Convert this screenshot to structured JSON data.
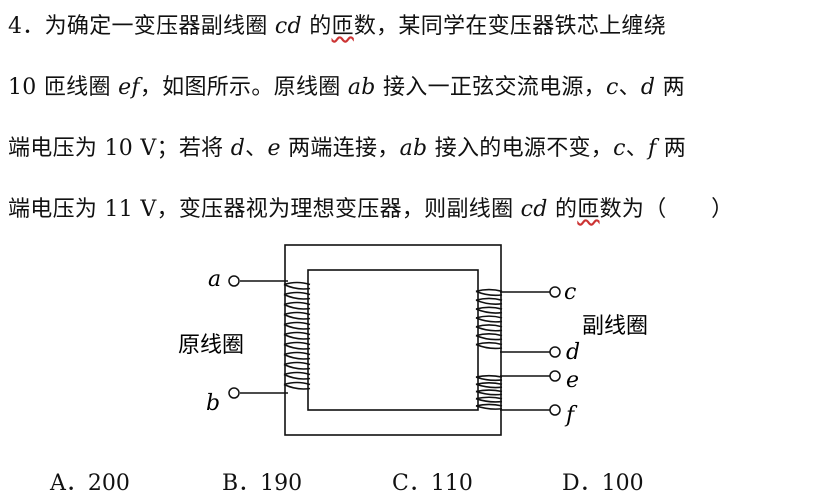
{
  "question": {
    "line1": {
      "a": "4．为确定一变压器副线圈 ",
      "var1": "cd",
      "b": " 的",
      "w1": "匝",
      "c": "数，某同学在变压器铁芯上缠绕"
    },
    "line2": {
      "a": "10 匝线圈 ",
      "var1": "ef",
      "b": "，如图所示。原线圈 ",
      "var2": "ab",
      "c": " 接入一正弦交流电源，",
      "var3": "c",
      "d": "、",
      "var4": "d",
      "e": " 两"
    },
    "line3": {
      "a": "端电压为 10 V；若将 ",
      "var1": "d",
      "b": "、",
      "var2": "e",
      "c": " 两端连接，",
      "var3": "ab",
      "d": " 接入的电源不变，",
      "var4": "c",
      "e": "、",
      "var5": "f",
      "f": " 两"
    },
    "line4": {
      "a": "端电压为 11 V，变压器视为理想变压器，则副线圈 ",
      "var1": "cd",
      "b": " 的",
      "w1": "匝",
      "c": "数为（　　）"
    }
  },
  "diagram": {
    "terminal_a": "a",
    "terminal_b": "b",
    "terminal_c": "c",
    "terminal_d": "d",
    "terminal_e": "e",
    "terminal_f": "f",
    "primary_label": "原线圈",
    "secondary_label": "副线圈"
  },
  "options": [
    {
      "letter": "A．",
      "value": "200"
    },
    {
      "letter": "B．",
      "value": "190"
    },
    {
      "letter": "C．",
      "value": "110"
    },
    {
      "letter": "D．",
      "value": "100"
    }
  ]
}
